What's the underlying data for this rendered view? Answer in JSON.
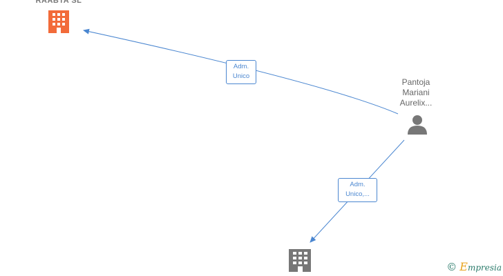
{
  "nodes": {
    "company_top": {
      "label": "RAABTA SL",
      "color": "#f26b3a",
      "icon": "building-icon"
    },
    "person": {
      "lines": [
        "Pantoja",
        "Mariani",
        "Aurelix..."
      ],
      "color": "#777777",
      "icon": "person-icon"
    },
    "company_bottom": {
      "label": "",
      "color": "#777777",
      "icon": "building-icon"
    }
  },
  "edges": [
    {
      "label_lines": [
        "Adm.",
        "Unico"
      ],
      "from": "person",
      "to": "company_top"
    },
    {
      "label_lines": [
        "Adm.",
        "Unico,..."
      ],
      "from": "person",
      "to": "company_bottom"
    }
  ],
  "colors": {
    "edge": "#4a86d0"
  },
  "footer": {
    "copyright": "©",
    "brand_initial": "E",
    "brand_rest": "mpresia"
  }
}
